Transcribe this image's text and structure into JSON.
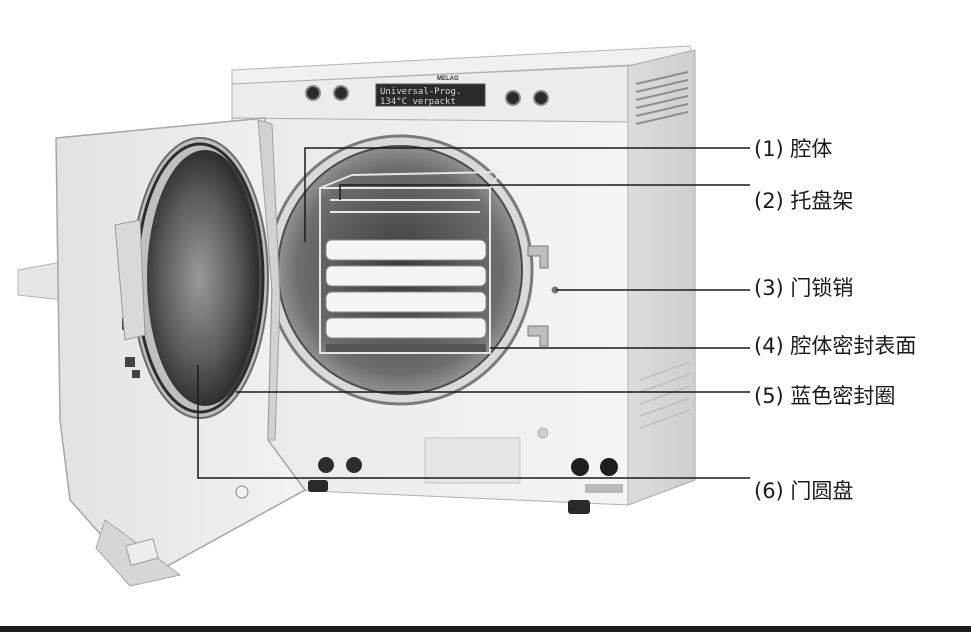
{
  "display": {
    "brand": "MELAG",
    "lcd_line1": "Universal-Prog.",
    "lcd_line2": "134°C  verpackt"
  },
  "callouts": [
    {
      "label": "(1) 腔体"
    },
    {
      "label": "(2) 托盘架"
    },
    {
      "label": "(3) 门锁销"
    },
    {
      "label": "(4) 腔体密封表面"
    },
    {
      "label": "(5) 蓝色密封圈"
    },
    {
      "label": "(6) 门圆盘"
    }
  ]
}
